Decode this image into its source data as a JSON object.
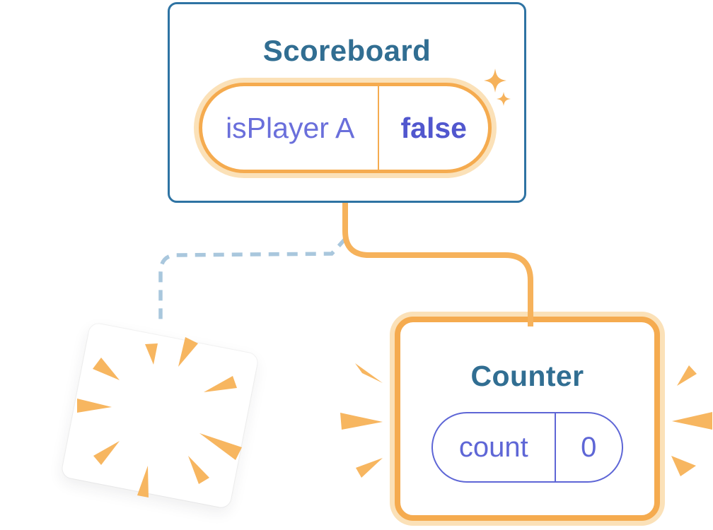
{
  "theme": {
    "blue_border": "#2E73A3",
    "blue_text": "#316E92",
    "orange_border": "#F5AB4F",
    "orange_soft": "#FBE1B8",
    "orange_line": "#F6B25B",
    "orange_burst": "#F7B660",
    "purple_text": "#6A6FDB",
    "purple_bold": "#5157CE",
    "purple_outline": "#5E66D6",
    "dash_blue": "#A9C7DD",
    "canvas_bg": "#FFFFFF"
  },
  "nodes": {
    "scoreboard": {
      "title": "Scoreboard",
      "state": {
        "key": "isPlayer A",
        "value": "false"
      }
    },
    "counter": {
      "title": "Counter",
      "state": {
        "key": "count",
        "value": "0"
      }
    },
    "removed": {
      "description": "blank tilted card with explosion burst (component removed)"
    }
  },
  "edges": [
    {
      "from": "Scoreboard",
      "to": "Counter",
      "style": "solid-orange"
    },
    {
      "from": "Scoreboard",
      "to": "removed card",
      "style": "dashed-blue"
    }
  ],
  "icons": {
    "sparkles": "sparkles-icon",
    "explosion": "explosion-burst-icon",
    "emphasis": "emphasis-burst-icon"
  }
}
